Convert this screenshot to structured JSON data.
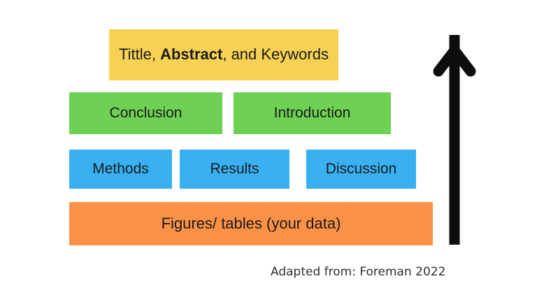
{
  "diagram": {
    "description_boxes": {
      "title": {
        "prefix": "Tittle, ",
        "bold": "Abstract",
        "suffix": ", and Keywords",
        "color": "#F7D154"
      },
      "conclusion": {
        "label": "Conclusion",
        "color": "#6FD154"
      },
      "introduction": {
        "label": "Introduction",
        "color": "#6FD154"
      },
      "methods": {
        "label": "Methods",
        "color": "#38B0F2"
      },
      "results": {
        "label": "Results",
        "color": "#38B0F2"
      },
      "discussion": {
        "label": "Discussion",
        "color": "#38B0F2"
      },
      "figures": {
        "label": "Figures/ tables (your data)",
        "color": "#FB9147"
      }
    },
    "arrow": {
      "icon": "up-arrow-icon",
      "color": "#0d0d0d"
    },
    "footer": {
      "attribution": "Adapted from: Foreman 2022"
    },
    "background_color": "#ffffff",
    "text_color": "#1b1b1b"
  }
}
